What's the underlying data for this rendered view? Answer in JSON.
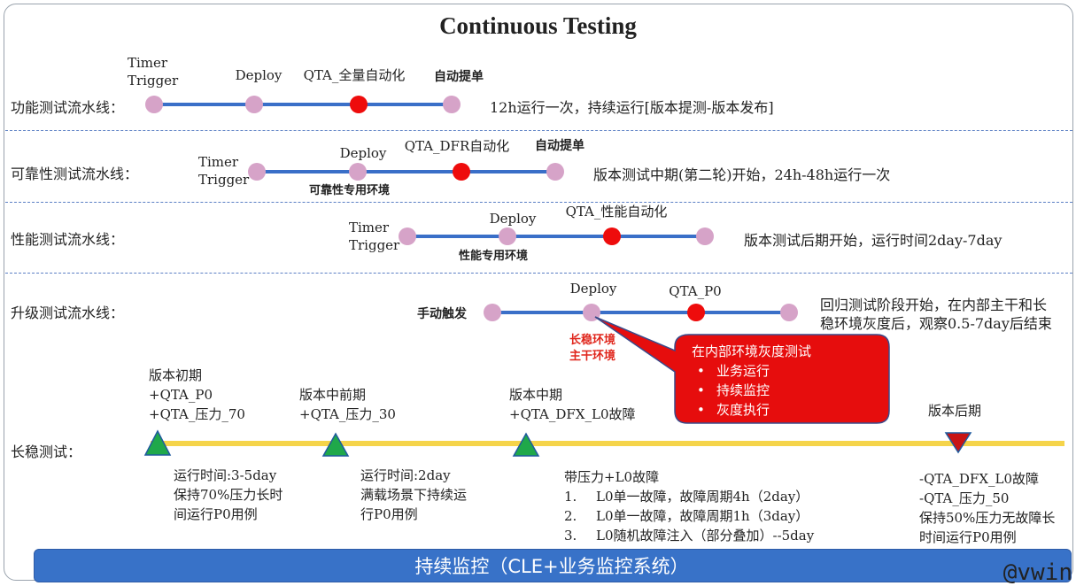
{
  "title": "Continuous Testing",
  "pipelines": [
    {
      "label": "功能测试流水线：",
      "stages": [
        "Timer\nTrigger",
        "Deploy",
        "QTA_全量自动化",
        "自动提单"
      ],
      "note": "12h运行一次，持续运行[版本提测-版本发布]"
    },
    {
      "label": "可靠性测试流水线：",
      "stages": [
        "Timer\nTrigger",
        "Deploy",
        "QTA_DFR自动化",
        "自动提单"
      ],
      "env": "可靠性专用环境",
      "note": "版本测试中期(第二轮)开始，24h-48h运行一次"
    },
    {
      "label": "性能测试流水线：",
      "stages": [
        "Timer\nTrigger",
        "Deploy",
        "QTA_性能自动化"
      ],
      "env": "性能专用环境",
      "note": "版本测试后期开始，运行时间2day-7day"
    },
    {
      "label": "升级测试流水线：",
      "stages": [
        "手动触发",
        "Deploy",
        "QTA_P0"
      ],
      "env": "长稳环境\n主干环境",
      "note_lines": [
        "回归测试阶段开始，在内部主干和长",
        "稳环境灰度后，观察0.5-7day后结束"
      ]
    }
  ],
  "callout": {
    "title": "在内部环境灰度测试",
    "items": [
      "业务运行",
      "持续监控",
      "灰度执行"
    ]
  },
  "longrun": {
    "label": "长稳测试：",
    "phases": [
      {
        "top": [
          "版本初期",
          "+QTA_P0",
          "+QTA_压力_70"
        ],
        "bottom": [
          "运行时间:3-5day",
          "保持70%压力长时",
          "间运行P0用例"
        ]
      },
      {
        "top": [
          "版本中前期",
          "+QTA_压力_30"
        ],
        "bottom": [
          "运行时间:2day",
          "满载场景下持续运",
          "行P0用例"
        ]
      },
      {
        "top": [
          "版本中期",
          "+QTA_DFX_L0故障"
        ],
        "bottom_title": "带压力+L0故障",
        "bottom_list": [
          "L0单一故障，故障周期4h（2day）",
          "L0单一故障，故障周期1h（3day）",
          "L0随机故障注入（部分叠加）--5day"
        ]
      },
      {
        "top": [
          "版本后期"
        ],
        "bottom": [
          "-QTA_DFX_L0故障",
          "-QTA_压力_50",
          "保持50%压力无故障长",
          "时间运行P0用例"
        ]
      }
    ]
  },
  "monitor_bar": "持续监控（CLE+业务监控系统）",
  "watermark": "@vwin",
  "colors": {
    "line": "#3a6fc8",
    "node": "#d6a3c8",
    "node_active": "#ee0c0c",
    "timeline": "#f5d44a",
    "marker_green": "#1fa84a",
    "marker_red": "#c81414",
    "callout": "#e60d0d"
  }
}
